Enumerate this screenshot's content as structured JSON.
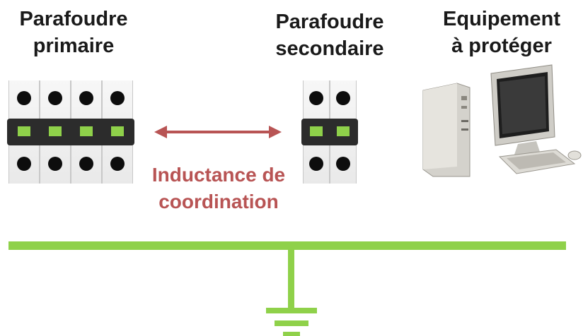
{
  "diagram": {
    "primary": {
      "line1": "Parafoudre",
      "line2": "primaire",
      "poles": 4
    },
    "secondary": {
      "line1": "Parafoudre",
      "line2": "secondaire",
      "poles": 2
    },
    "equipment": {
      "line1": "Equipement",
      "line2": "à protéger",
      "icon": "desktop-computer-icon"
    },
    "coordination": {
      "line1": "Inductance de",
      "line2": "coordination"
    },
    "colors": {
      "title_text": "#1a1a1a",
      "coordination_text": "#b85454",
      "arrow": "#b85454",
      "ground_line": "#8fd14a",
      "led": "#8fd14a",
      "module_bar": "#2c2c2c"
    }
  }
}
